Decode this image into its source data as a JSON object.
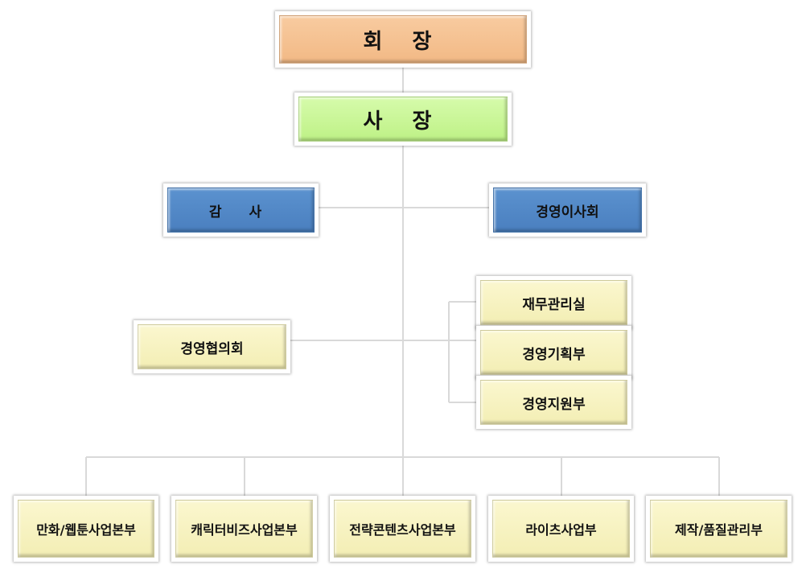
{
  "chairman": "회 장",
  "president": "사 장",
  "auditor": "감 사",
  "board_of_directors": "경영이사회",
  "management_council": "경영협의회",
  "staff_departments": [
    "재무관리실",
    "경영기획부",
    "경영지원부"
  ],
  "business_divisions": [
    "만화/웹툰사업본부",
    "캐릭터비즈사업본부",
    "전략콘텐츠사업본부",
    "라이츠사업부",
    "제작/품질관리부"
  ],
  "colors": {
    "chairman_box": "#f5c396",
    "president_box": "#c8f79a",
    "board_box": "#4f86c6",
    "department_box": "#f7f3c2",
    "connector": "#d9d9d9"
  }
}
